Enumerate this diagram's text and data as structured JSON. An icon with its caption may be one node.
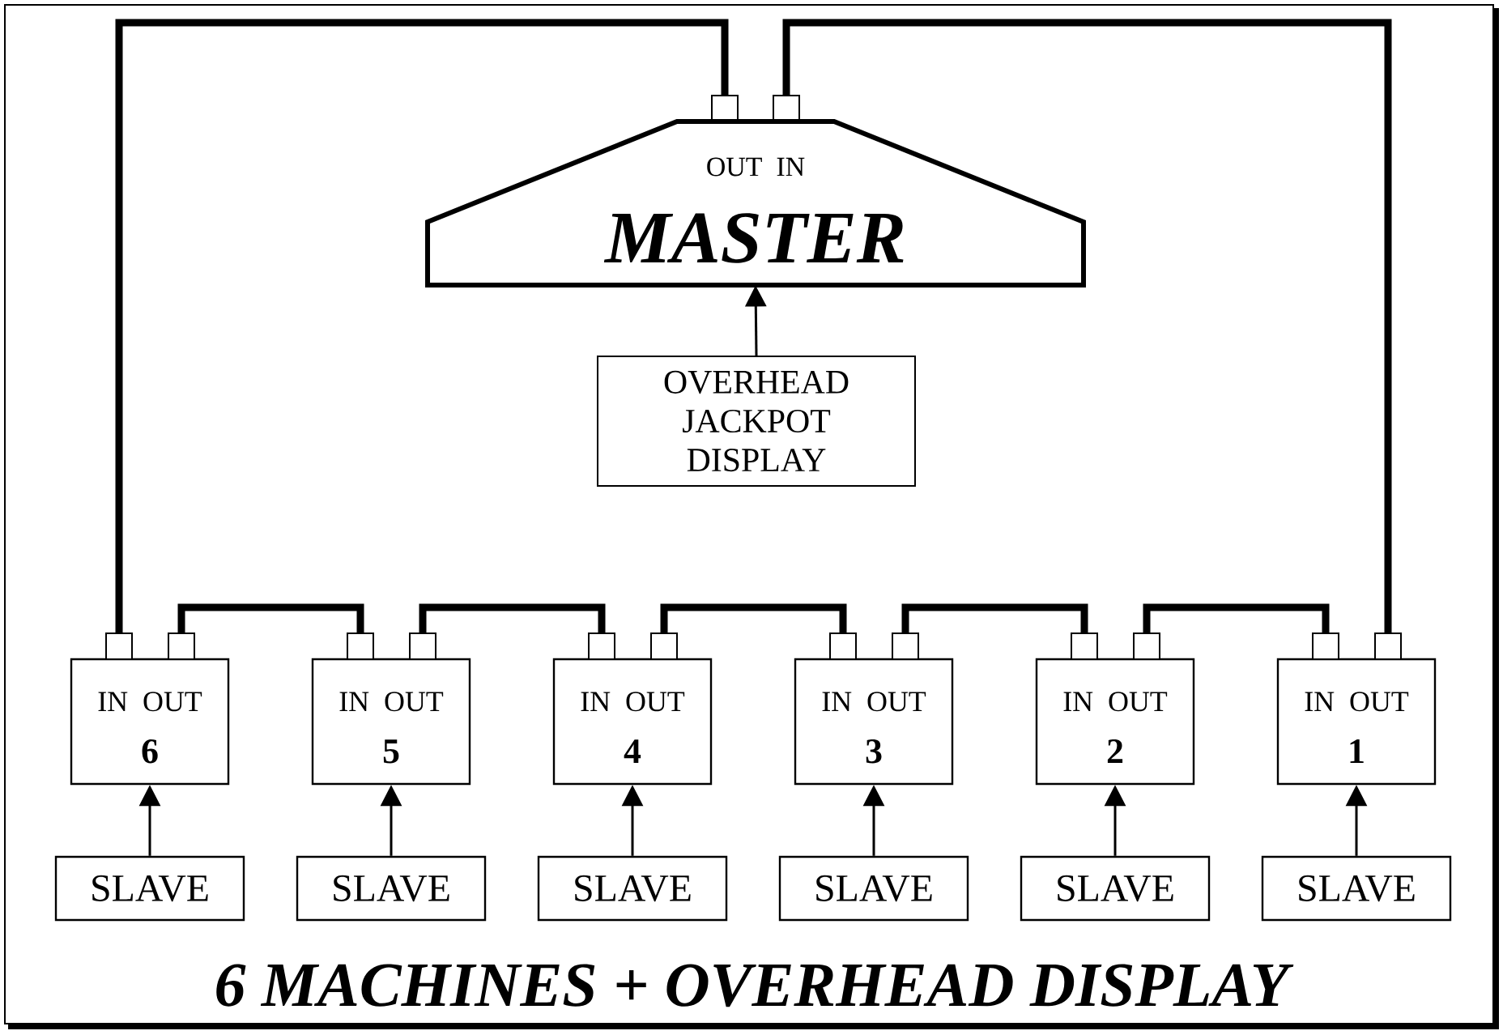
{
  "diagram": {
    "caption": "6 MACHINES + OVERHEAD DISPLAY",
    "nodes": [
      {
        "text": [],
        "shape": "box"
      },
      {
        "text": [],
        "shape": "box"
      },
      {
        "text": [
          "OUT",
          "IN",
          "MASTER"
        ]
      },
      {
        "text": [
          "OVERHEAD JACKPOT DISPLAY"
        ]
      },
      {
        "text": [
          "IN",
          "OUT",
          "6"
        ]
      },
      {
        "text": [],
        "shape": "box"
      },
      {
        "text": [],
        "shape": "box"
      },
      {
        "text": [
          "IN",
          "OUT",
          "5"
        ]
      },
      {
        "text": [],
        "shape": "box"
      },
      {
        "text": [],
        "shape": "box"
      },
      {
        "text": [
          "IN",
          "OUT",
          "4"
        ]
      },
      {
        "text": [],
        "shape": "box"
      },
      {
        "text": [],
        "shape": "box"
      },
      {
        "text": [
          "IN",
          "OUT",
          "3"
        ]
      },
      {
        "text": [],
        "shape": "box"
      },
      {
        "text": [],
        "shape": "box"
      },
      {
        "text": [
          "IN",
          "OUT",
          "2"
        ]
      },
      {
        "text": [],
        "shape": "box"
      },
      {
        "text": [],
        "shape": "box"
      },
      {
        "text": [
          "IN",
          "OUT",
          "1"
        ]
      },
      {
        "text": [],
        "shape": "box"
      },
      {
        "text": [],
        "shape": "box"
      },
      {
        "text": [
          "SLAVE"
        ]
      },
      {
        "text": [
          "SLAVE"
        ]
      },
      {
        "text": [
          "SLAVE"
        ]
      },
      {
        "text": [
          "SLAVE"
        ]
      },
      {
        "text": [
          "SLAVE"
        ]
      },
      {
        "text": [
          "SLAVE"
        ]
      }
    ],
    "edges": [
      {
        "from": 0,
        "to": 5,
        "arrow": "none",
        "style": "thick"
      },
      {
        "from": 6,
        "to": 8,
        "arrow": "none",
        "style": "thick"
      },
      {
        "from": 9,
        "to": 11,
        "arrow": "none",
        "style": "thick"
      },
      {
        "from": 12,
        "to": 14,
        "arrow": "none",
        "style": "thick"
      },
      {
        "from": 15,
        "to": 17,
        "arrow": "none",
        "style": "thick"
      },
      {
        "from": 18,
        "to": 20,
        "arrow": "none",
        "style": "thick"
      },
      {
        "from": 21,
        "to": 1,
        "arrow": "none",
        "style": "thick"
      },
      {
        "from": 3,
        "to": 2,
        "arrow": "to"
      },
      {
        "from": 22,
        "to": 4,
        "arrow": "to"
      },
      {
        "from": 23,
        "to": 7,
        "arrow": "to"
      },
      {
        "from": 24,
        "to": 10,
        "arrow": "to"
      },
      {
        "from": 25,
        "to": 13,
        "arrow": "to"
      },
      {
        "from": 26,
        "to": 16,
        "arrow": "to"
      },
      {
        "from": 27,
        "to": 19,
        "arrow": "to"
      }
    ]
  }
}
